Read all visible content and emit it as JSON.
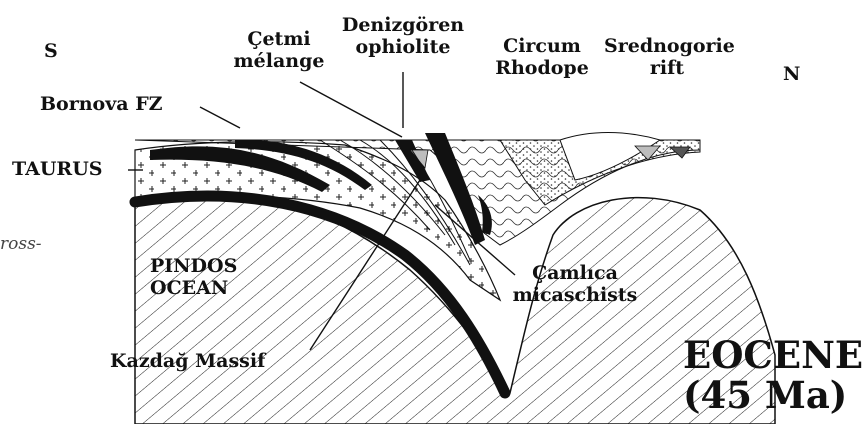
{
  "figure": {
    "directions": {
      "left": "S",
      "right": "N"
    },
    "labels": {
      "cetmi": "Çetmi\nmélange",
      "denizgoren": "Denizgören\nophiolite",
      "circum": "Circum\nRhodope",
      "srednogorie": "Srednogorie\nrift",
      "bornova": "Bornova FZ",
      "taurus": "TAURUS",
      "pindos": "PINDOS\nOCEAN",
      "camlica": "Çamlıca\nmicaschists",
      "kazdag": "Kazdağ Massif"
    },
    "age": {
      "line1": "EOCENE",
      "line2": "(45 Ma)"
    },
    "caption_fragment": "ross-"
  },
  "colors": {
    "ink": "#111111",
    "fill_grey": "#bdbdbd",
    "paper": "#ffffff"
  }
}
